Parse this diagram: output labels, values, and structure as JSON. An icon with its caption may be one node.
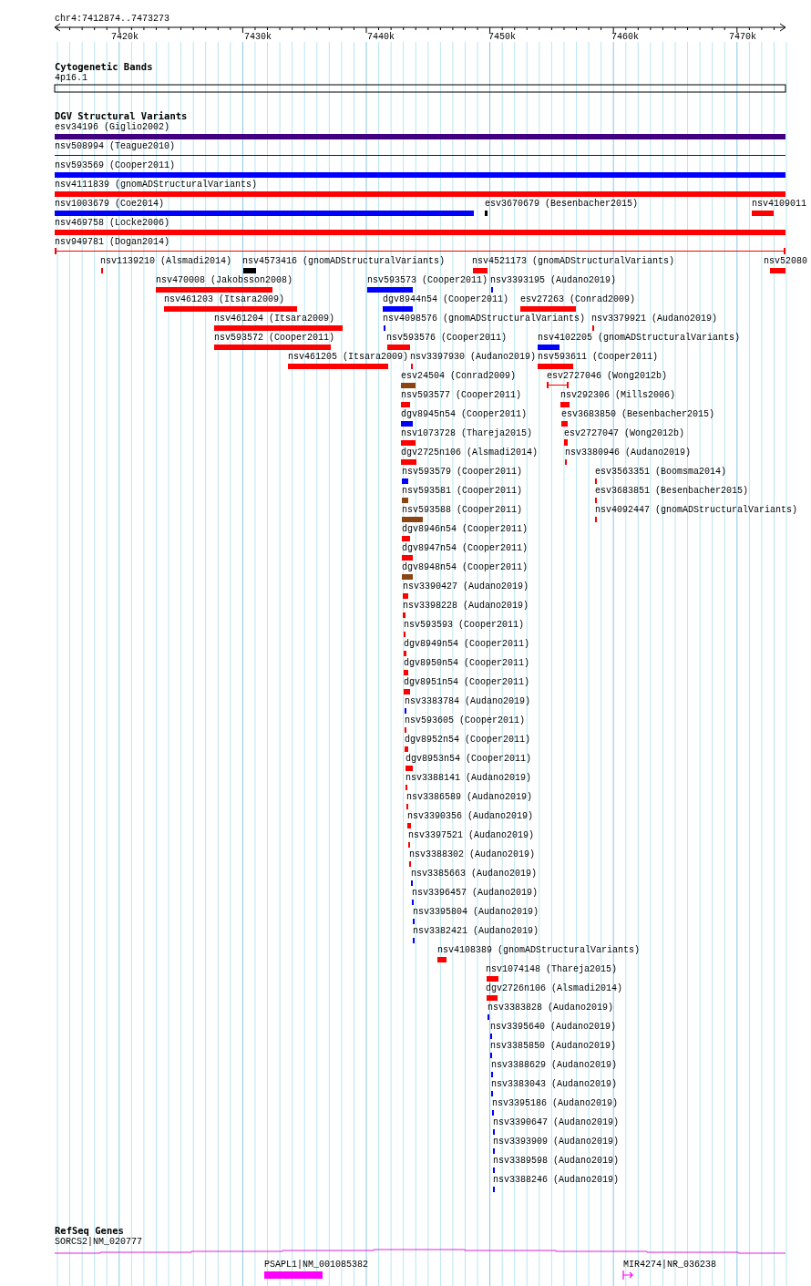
{
  "diagram": {
    "labels": [
      "chr4:7412874..7473273",
      "7420k",
      "7430k",
      "7440k",
      "7450k",
      "7460k",
      "7470k",
      "Cytogenetic Bands",
      "4p16.1",
      "DGV Structural Variants",
      "esv34196 (Giglio2002)",
      "nsv508994 (Teague2010)",
      "nsv593569 (Cooper2011)",
      "nsv4111839 (gnomADStructuralVariants)",
      "nsv1003679 (Coe2014)",
      "esv3670679 (Besenbacher2015)",
      "nsv4109011",
      "nsv469758 (Locke2006)",
      "nsv949781 (Dogan2014)",
      "nsv1139210 (Alsmadi2014)",
      "nsv4573416 (gnomADStructuralVariants)",
      "nsv4521173 (gnomADStructuralVariants)",
      "nsv52080",
      "nsv470008 (Jakobsson2008)",
      "nsv593573 (Cooper2011)",
      "nsv3393195 (Audano2019)",
      "nsv461203 (Itsara2009)",
      "dgv8944n54 (Cooper2011)",
      "esv27263 (Conrad2009)",
      "nsv461204 (Itsara2009)",
      "nsv4098576 (gnomADStructuralVariants)",
      "nsv3379921 (Audano2019)",
      "nsv593572 (Cooper2011)",
      "nsv593576 (Cooper2011)",
      "nsv4102205 (gnomADStructuralVariants)",
      "nsv461205 (Itsara2009)",
      "nsv3397930 (Audano2019)",
      "nsv593611 (Cooper2011)",
      "esv24504 (Conrad2009)",
      "esv2727046 (Wong2012b)",
      "nsv593577 (Cooper2011)",
      "nsv292306 (Mills2006)",
      "dgv8945n54 (Cooper2011)",
      "esv3683850 (Besenbacher2015)",
      "nsv1073728 (Thareja2015)",
      "esv2727047 (Wong2012b)",
      "dgv2725n106 (Alsmadi2014)",
      "nsv3380946 (Audano2019)",
      "nsv593579 (Cooper2011)",
      "esv3563351 (Boomsma2014)",
      "nsv593581 (Cooper2011)",
      "esv3683851 (Besenbacher2015)",
      "nsv593588 (Cooper2011)",
      "nsv4092447 (gnomADStructuralVariants)",
      "dgv8946n54 (Cooper2011)",
      "dgv8947n54 (Cooper2011)",
      "dgv8948n54 (Cooper2011)",
      "nsv3390427 (Audano2019)",
      "nsv3398228 (Audano2019)",
      "nsv593593 (Cooper2011)",
      "dgv8949n54 (Cooper2011)",
      "dgv8950n54 (Cooper2011)",
      "dgv8951n54 (Cooper2011)",
      "nsv3383784 (Audano2019)",
      "nsv593605 (Cooper2011)",
      "dgv8952n54 (Cooper2011)",
      "dgv8953n54 (Cooper2011)",
      "nsv3388141 (Audano2019)",
      "nsv3386589 (Audano2019)",
      "nsv3390356 (Audano2019)",
      "nsv3397521 (Audano2019)",
      "nsv3388302 (Audano2019)",
      "nsv3385663 (Audano2019)",
      "nsv3396457 (Audano2019)",
      "nsv3395804 (Audano2019)",
      "nsv3382421 (Audano2019)",
      "nsv4108389 (gnomADStructuralVariants)",
      "nsv1074148 (Thareja2015)",
      "dgv2726n106 (Alsmadi2014)",
      "nsv3383828 (Audano2019)",
      "nsv3395640 (Audano2019)",
      "nsv3385850 (Audano2019)",
      "nsv3388629 (Audano2019)",
      "nsv3383043 (Audano2019)",
      "nsv3395186 (Audano2019)",
      "nsv3390647 (Audano2019)",
      "nsv3393909 (Audano2019)",
      "nsv3389598 (Audano2019)",
      "nsv3388246 (Audano2019)",
      "RefSeq Genes",
      "SORCS2|NM_020777",
      "PSAPL1|NM_001085382",
      "MIR4274|NR_036238"
    ]
  }
}
